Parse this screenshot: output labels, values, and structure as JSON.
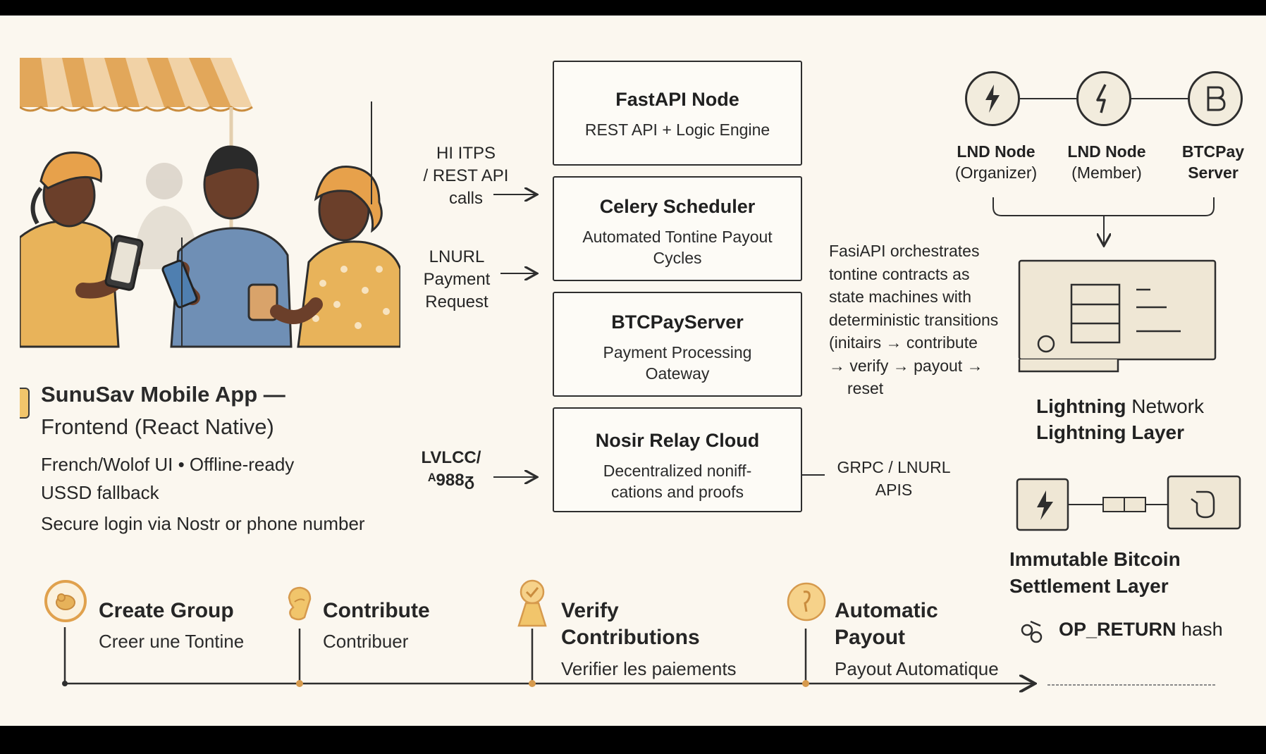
{
  "frontend": {
    "title": "SunuSav Mobile App —",
    "subtitle": "Frontend (React Native)",
    "feature_1": "French/Wolof UI • Offline-ready",
    "feature_2": "USSD fallback",
    "feature_3": "Secure login via Nostr or phone number"
  },
  "protocols": {
    "https_line1": "HI ITPS",
    "https_line2": "/ REST API",
    "https_line3": "calls",
    "lnurl_line1": "LNURL",
    "lnurl_line2": "Payment",
    "lnurl_line3": "Request",
    "lvl_line1": "LVLCC/",
    "lvl_line2": "ᴬ988ᵹ"
  },
  "services": [
    {
      "title": "FastAPI Node",
      "desc": "REST API + Logic Engine"
    },
    {
      "title": "Celery Scheduler",
      "desc": "Automated Tontine Payout Cycles"
    },
    {
      "title": "BTCPayServer",
      "desc": "Payment Processing Oateway"
    },
    {
      "title": "Nosir Relay Cloud",
      "desc": "Decentralized noniff-cations and proofs"
    }
  ],
  "orchestrates": {
    "line1": "FasiAPI orchestrates",
    "line2": "tontine contracts as",
    "line3": "state machines with",
    "line4": "deterministic transitions",
    "line5": "(initairs → contribute",
    "line6": "→ verify → payout →",
    "line7": "reset"
  },
  "grpc": {
    "line1": "GRPC / LNURL",
    "line2": "APIS"
  },
  "lightning": {
    "nodes": [
      {
        "name": "LND Node",
        "role": "(Organizer)",
        "icon": "lightning-bolt-icon"
      },
      {
        "name": "LND Node",
        "role": "(Member)",
        "icon": "lightning-bolt-icon"
      },
      {
        "name": "BTCPay",
        "role": "Server",
        "icon": "btcpay-icon"
      }
    ],
    "layer_title_bold": "Lightning",
    "layer_title_rest": " Network",
    "layer_subtitle": "Lightning Layer"
  },
  "settlement": {
    "title_line1": "Immutable Bitcoin",
    "title_line2": "Settlement Layer",
    "op_return": "OP_RETURN",
    "op_return_suffix": " hash"
  },
  "steps": [
    {
      "title": "Create Group",
      "title2": "",
      "subtitle": "Creer une Tontine",
      "icon": "group-coin-icon"
    },
    {
      "title": "Contribute",
      "title2": "",
      "subtitle": "Contribuer",
      "icon": "hand-coin-icon"
    },
    {
      "title": "Verify",
      "title2": "Contributions",
      "subtitle": "Verifier les paiements",
      "icon": "checkmark-badge-icon"
    },
    {
      "title": "Automatic",
      "title2": "Payout",
      "subtitle": "Payout Automatique",
      "icon": "payout-coin-icon"
    }
  ],
  "colors": {
    "background": "#fbf7ef",
    "accent": "#e7b25a",
    "stroke": "#2e2e2e",
    "skin": "#6b3f2a",
    "shirt_yellow": "#e8b35a",
    "shirt_blue": "#6f8fb5"
  }
}
